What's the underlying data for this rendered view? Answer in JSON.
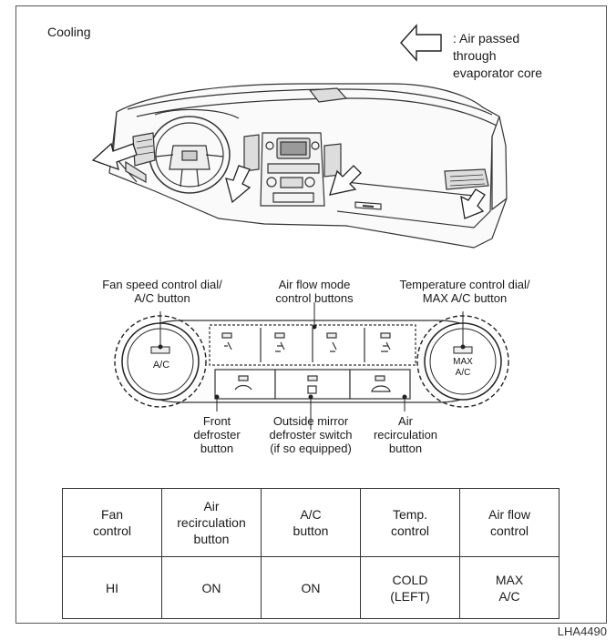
{
  "section_title": "Cooling",
  "legend": {
    "icon": "outline-arrow-left-icon",
    "separator": ":",
    "text": "Air passed\nthrough\nevaporator core"
  },
  "callouts": {
    "fan_speed": "Fan speed control dial/\nA/C button",
    "air_flow_mode": "Air flow mode\ncontrol buttons",
    "temperature": "Temperature control dial/\nMAX A/C button",
    "front_defroster": "Front\ndefroster\nbutton",
    "mirror_defroster": "Outside mirror\ndefroster switch\n(if so equipped)",
    "air_recirculation": "Air\nrecirculation\nbutton"
  },
  "panel": {
    "left_knob_label": "A/C",
    "right_knob_label_1": "MAX",
    "right_knob_label_2": "A/C"
  },
  "table": {
    "headers": [
      "Fan\ncontrol",
      "Air\nrecirculation\nbutton",
      "A/C\nbutton",
      "Temp.\ncontrol",
      "Air flow\ncontrol"
    ],
    "values": [
      "HI",
      "ON",
      "ON",
      "COLD\n(LEFT)",
      "MAX\nA/C"
    ]
  },
  "figure_code": "LHA4490"
}
